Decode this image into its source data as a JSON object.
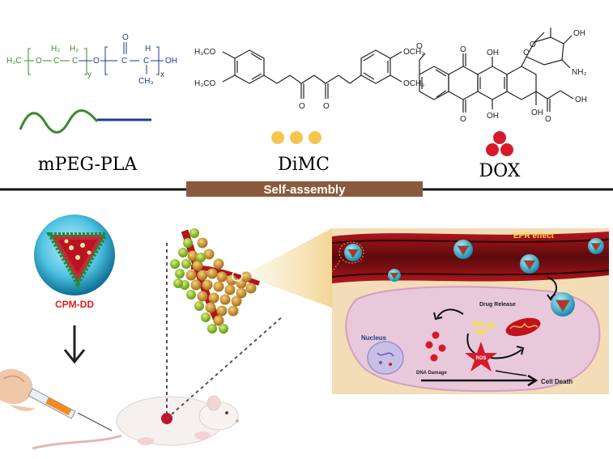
{
  "top": {
    "compounds": [
      {
        "name": "mPEG-PLA"
      },
      {
        "name": "DiMC"
      },
      {
        "name": "DOX"
      }
    ],
    "mpeg_formula": {
      "h3c": "H₃C",
      "o": "O",
      "h2a": "H₂",
      "h2b": "H₂",
      "c": "C",
      "y": "y",
      "x": "x",
      "oh": "OH",
      "ch3": "CH₃",
      "h": "H",
      "o_carbonyl": "O"
    },
    "dimc_formula": {
      "h3co_left_top": "H₃CO",
      "h3co_left_bottom": "H₃CO",
      "och3_right_top": "OCH₃",
      "och3_right_bottom": "OCH₃",
      "o_left": "O",
      "o_right": "O"
    },
    "dox_formula": {
      "oh1": "OH",
      "oh2": "OH",
      "oh3": "OH",
      "oh4": "OH",
      "oh5": "OH",
      "o1": "O",
      "o2": "O",
      "o3": "O",
      "o4": "O",
      "o5": "O",
      "nh2": "NH₂",
      "ome": "O"
    }
  },
  "divider": {
    "label": "Self-assembly"
  },
  "bottom": {
    "nanoparticle_label": "CPM-DD",
    "epr_label": "EPR effect",
    "drug_release_label": "Drug Release",
    "nucleus_label": "Nucleus",
    "dna_damage_label": "DNA Damage",
    "ros_label": "ROS",
    "cell_death_label": "Cell Death"
  },
  "colors": {
    "peg_green": "#3b8a2e",
    "pla_blue": "#1f3b8f",
    "dimc_yellow": "#f5c64e",
    "dox_red": "#d61a2b",
    "divider_bar": "#8b5a3c",
    "vessel_red": "#8c1414",
    "cell_pink": "#e8c9dc",
    "label_red": "#e0201c"
  }
}
